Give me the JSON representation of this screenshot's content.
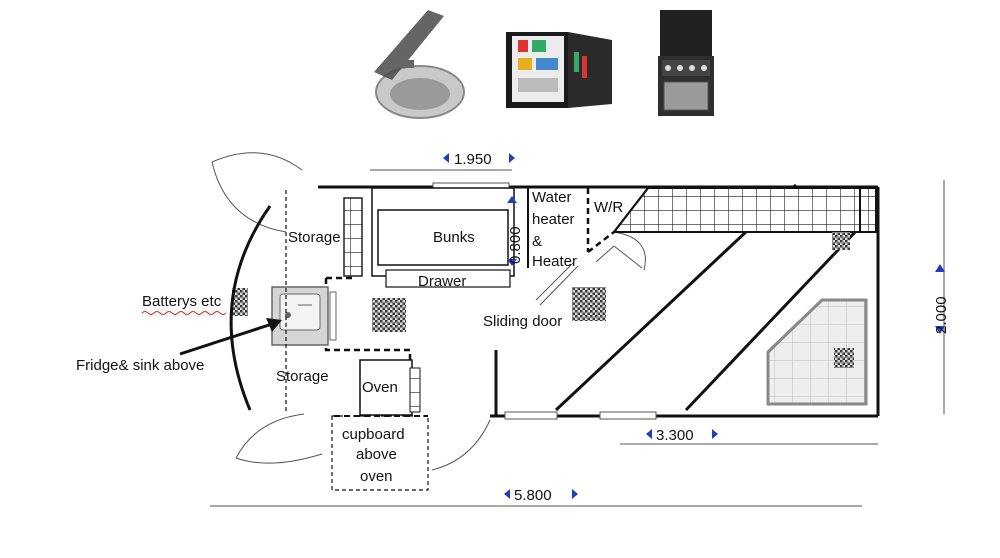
{
  "labels": {
    "storage_top": "Storage",
    "storage_bottom": "Storage",
    "bunks": "Bunks",
    "drawer": "Drawer",
    "water_heater_l1": "Water",
    "water_heater_l2": "heater",
    "water_heater_l3": "&",
    "water_heater_l4": "Heater",
    "wr": "W/R",
    "batterys": "Batterys etc",
    "fridge_sink": "Fridge& sink above",
    "sliding_door": "Sliding door",
    "oven": "Oven",
    "cupboard_l1": "cupboard",
    "cupboard_l2": "above",
    "cupboard_l3": "oven"
  },
  "dimensions": {
    "bunk_length": "1.950",
    "bunk_width": "0.800",
    "van_width": "2.000",
    "rear_length": "3.300",
    "total_length": "5.800"
  },
  "colors": {
    "dimension_arrow": "#1f3fbf",
    "wall": "#111111",
    "grid_tile": "#444444",
    "shower_tray": "#e8e8e8"
  },
  "product_images": [
    "sink-with-lid",
    "compact-fridge",
    "cooker-oven"
  ]
}
